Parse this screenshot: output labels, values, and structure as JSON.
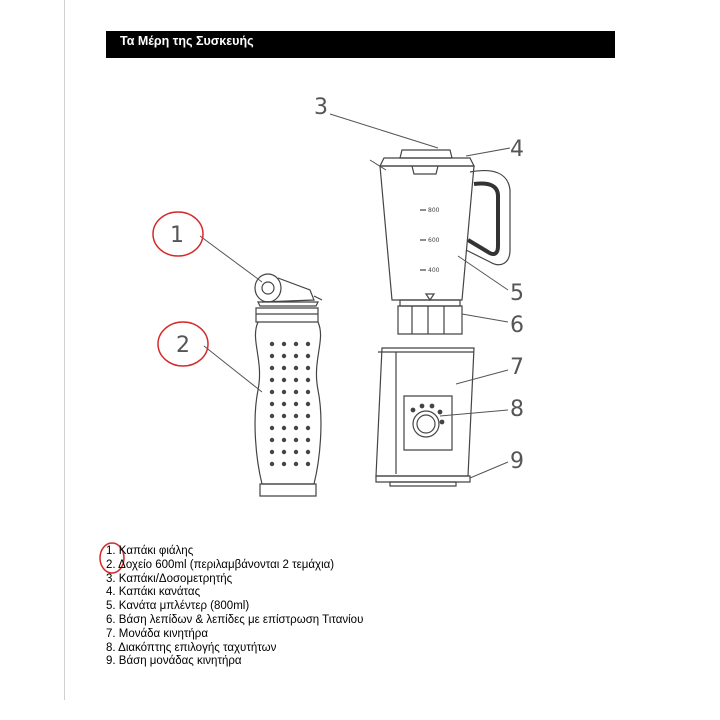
{
  "header": {
    "title": "Τα Μέρη της Συσκευής"
  },
  "diagram": {
    "callouts": [
      "1",
      "2",
      "3",
      "4",
      "5",
      "6",
      "7",
      "8",
      "9"
    ],
    "jug_markings": [
      "800",
      "600",
      "400"
    ]
  },
  "parts": [
    "1. Καπάκι φιάλης",
    "2. Δοχείο 600ml (περιλαμβάνονται 2 τεμάχια)",
    "3. Καπάκι/Δοσομετρητής",
    "4. Καπάκι κανάτας",
    "5. Κανάτα μπλέντερ (800ml)",
    "6. Βάση λεπίδων & λεπίδες με επίστρωση Τιτανίου",
    "7. Μονάδα κινητήρα",
    "8. Διακόπτης επιλογής ταχυτήτων",
    "9. Βάση μονάδας κινητήρα"
  ],
  "colors": {
    "highlight_circle": "#d42a2a",
    "line_art": "#444444",
    "handle": "#333333"
  }
}
